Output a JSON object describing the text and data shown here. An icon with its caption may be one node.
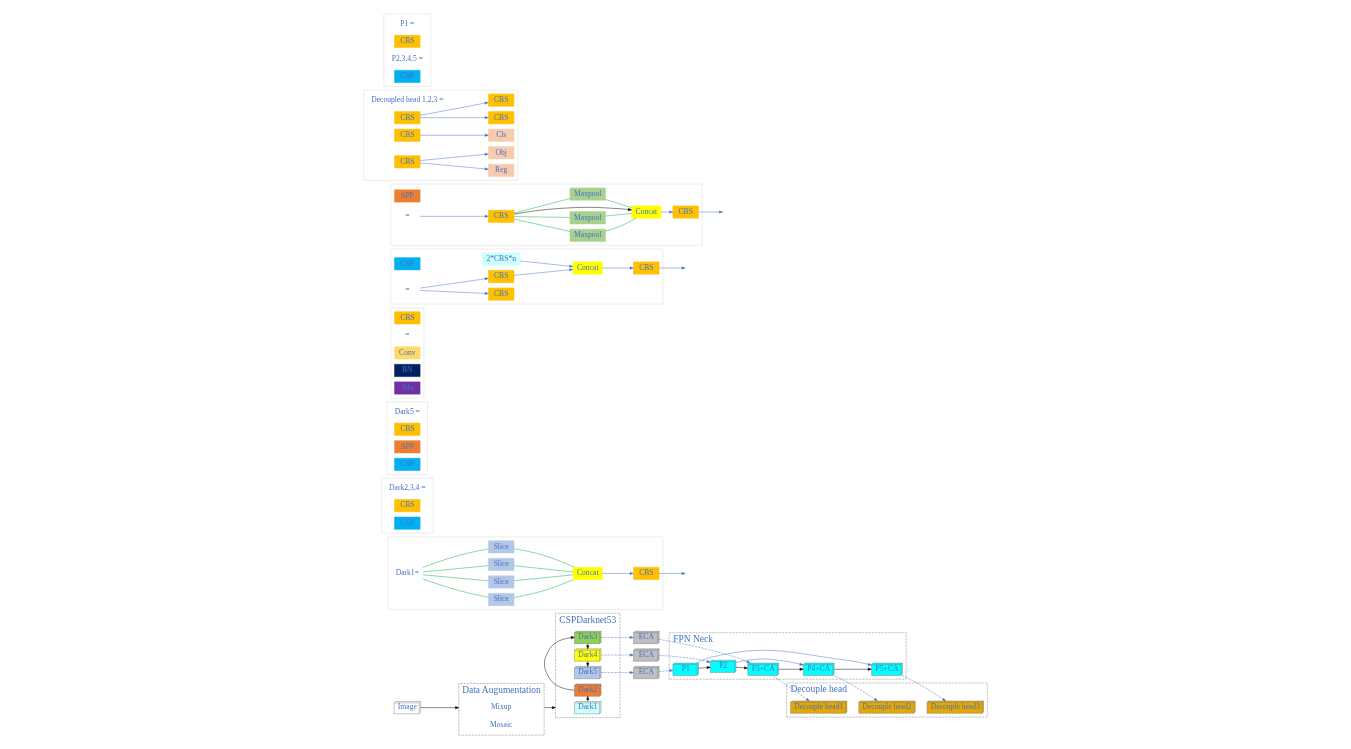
{
  "diagram": {
    "nodes": [
      {
        "text": [
          "Image"
        ]
      },
      {
        "text": [
          "Data Augumentation"
        ]
      },
      {
        "text": [
          "Mixup"
        ],
        "in": 1
      },
      {
        "text": [
          "Mosaic"
        ],
        "in": 1
      },
      {
        "text": [
          "CSPDarknet53"
        ]
      },
      {
        "text": [
          "Dark1"
        ],
        "in": 4
      },
      {
        "text": [
          "Dark2"
        ],
        "in": 4
      },
      {
        "text": [
          "Dark3"
        ],
        "in": 4
      },
      {
        "text": [
          "Dark4"
        ],
        "in": 4
      },
      {
        "text": [
          "Dark5"
        ],
        "in": 4
      },
      {
        "text": [
          "ECA"
        ]
      },
      {
        "text": [
          "ECA"
        ]
      },
      {
        "text": [
          "ECA"
        ]
      },
      {
        "text": [
          "Decouple head"
        ]
      },
      {
        "text": [
          "Decouple head1"
        ],
        "in": 13
      },
      {
        "text": [
          "Decouple head2"
        ],
        "in": 13
      },
      {
        "text": [
          "Decouple head3"
        ],
        "in": 13
      },
      {
        "text": [
          "FPN Neck"
        ]
      },
      {
        "text": [
          "P3+CA"
        ],
        "in": 17
      },
      {
        "text": [
          "P2"
        ],
        "in": 17
      },
      {
        "text": [
          "P4+CA"
        ],
        "in": 17
      },
      {
        "text": [
          "P1"
        ],
        "in": 17
      },
      {
        "text": [
          "P5+CA"
        ],
        "in": 17
      },
      {
        "text": [],
        "shape": "box"
      },
      {
        "text": [
          "Dark1="
        ],
        "in": 23
      },
      {
        "text": [
          "Slice"
        ],
        "in": 23
      },
      {
        "text": [
          "Slice"
        ],
        "in": 23
      },
      {
        "text": [
          "Slice"
        ],
        "in": 23
      },
      {
        "text": [
          "Slice"
        ],
        "in": 23
      },
      {
        "text": [
          "Concat"
        ],
        "in": 23
      },
      {
        "text": [
          "CBS"
        ],
        "in": 23
      },
      {
        "text": [],
        "shape": "box"
      },
      {
        "text": [
          "Dark2,3,4 ="
        ],
        "in": 31
      },
      {
        "text": [
          "CBS"
        ],
        "in": 31
      },
      {
        "text": [
          "CSP"
        ],
        "in": 31
      },
      {
        "text": [],
        "shape": "box"
      },
      {
        "text": [
          "Dark5 ="
        ],
        "in": 35
      },
      {
        "text": [
          "CBS"
        ],
        "in": 35
      },
      {
        "text": [
          "SPP"
        ],
        "in": 35
      },
      {
        "text": [
          "CSP"
        ],
        "in": 35
      },
      {
        "text": [],
        "shape": "box"
      },
      {
        "text": [
          "CBS"
        ],
        "in": 40
      },
      {
        "text": [
          "="
        ],
        "in": 40
      },
      {
        "text": [
          "Conv"
        ],
        "in": 40
      },
      {
        "text": [
          "BN"
        ],
        "in": 40
      },
      {
        "text": [
          "Silu"
        ],
        "in": 40
      },
      {
        "text": [],
        "shape": "box"
      },
      {
        "text": [
          "CSP"
        ],
        "in": 46
      },
      {
        "text": [
          "="
        ],
        "in": 46
      },
      {
        "text": [
          "CBS"
        ],
        "in": 46
      },
      {
        "text": [
          "2*CBS*n"
        ],
        "in": 46
      },
      {
        "text": [
          "CBS"
        ],
        "in": 46
      },
      {
        "text": [
          "Concat"
        ],
        "in": 46
      },
      {
        "text": [
          "CBS"
        ],
        "in": 46
      },
      {
        "text": [],
        "shape": "box"
      },
      {
        "text": [
          "SPP"
        ],
        "in": 54
      },
      {
        "text": [
          "="
        ],
        "in": 54
      },
      {
        "text": [
          "CBS"
        ],
        "in": 54
      },
      {
        "text": [
          "Maxpool"
        ],
        "in": 54
      },
      {
        "text": [
          "Maxpool"
        ],
        "in": 54
      },
      {
        "text": [
          "Maxpool"
        ],
        "in": 54
      },
      {
        "text": [
          "Concat"
        ],
        "in": 54
      },
      {
        "text": [
          "CBS"
        ],
        "in": 54
      },
      {
        "text": [],
        "shape": "box"
      },
      {
        "text": [
          "Decoupled head 1,2,3 ="
        ],
        "in": 63
      },
      {
        "text": [
          "CBS"
        ],
        "in": 63
      },
      {
        "text": [
          "CBS"
        ],
        "in": 63
      },
      {
        "text": [
          "CBS"
        ],
        "in": 63
      },
      {
        "text": [
          "Cls"
        ],
        "in": 63
      },
      {
        "text": [
          "CBS"
        ],
        "in": 63
      },
      {
        "text": [
          "CBS"
        ],
        "in": 63
      },
      {
        "text": [
          "Reg"
        ],
        "in": 63
      },
      {
        "text": [
          "Obj"
        ],
        "in": 63
      },
      {
        "text": [],
        "shape": "box"
      },
      {
        "text": [
          "P1 ="
        ],
        "in": 73
      },
      {
        "text": [
          "CBS"
        ],
        "in": 73
      },
      {
        "text": [
          "P2,3,4,5 ="
        ],
        "in": 73
      },
      {
        "text": [
          "CSP"
        ],
        "in": 73
      }
    ],
    "edges": [
      {
        "from": 0,
        "to": 1,
        "arrow": "to",
        "color": "#000000"
      },
      {
        "from": 1,
        "to": 4,
        "arrow": "to",
        "color": "#000000"
      },
      {
        "from": 5,
        "to": 6,
        "arrow": "to",
        "color": "#000000"
      },
      {
        "from": 6,
        "to": 7,
        "arrow": "to",
        "color": "#000000"
      },
      {
        "from": 7,
        "to": 8,
        "arrow": "to",
        "color": "#000000"
      },
      {
        "from": 8,
        "to": 9,
        "arrow": "to",
        "color": "#000000"
      },
      {
        "from": 7,
        "to": 10,
        "arrow": "to",
        "style": "dashed"
      },
      {
        "from": 8,
        "to": 11,
        "arrow": "to",
        "style": "dashed"
      },
      {
        "from": 9,
        "to": 12,
        "arrow": "to",
        "style": "dashed"
      },
      {
        "from": 10,
        "to": 18,
        "arrow": "to",
        "style": "dashed"
      },
      {
        "from": 11,
        "to": 19,
        "arrow": "to",
        "style": "dashed"
      },
      {
        "from": 12,
        "to": 21,
        "arrow": "to",
        "style": "dashed"
      },
      {
        "from": 21,
        "to": 19,
        "arrow": "to",
        "color": "#000000"
      },
      {
        "from": 19,
        "to": 18,
        "arrow": "to",
        "color": "#000000"
      },
      {
        "from": 18,
        "to": 20,
        "arrow": "to",
        "color": "#000000"
      },
      {
        "from": 20,
        "to": 22,
        "arrow": "to",
        "color": "#000000"
      },
      {
        "from": 19,
        "to": 20,
        "arrow": "to"
      },
      {
        "from": 21,
        "to": 22,
        "arrow": "to"
      },
      {
        "from": 18,
        "to": 14,
        "arrow": "to",
        "style": "dashed"
      },
      {
        "from": 20,
        "to": 15,
        "arrow": "to",
        "style": "dashed"
      },
      {
        "from": 22,
        "to": 16,
        "arrow": "to",
        "style": "dashed"
      },
      {
        "from": 24,
        "to": 25,
        "arrow": "none",
        "color": "#00b050"
      },
      {
        "from": 24,
        "to": 26,
        "arrow": "none",
        "color": "#00b050"
      },
      {
        "from": 24,
        "to": 27,
        "arrow": "none",
        "color": "#00b050"
      },
      {
        "from": 24,
        "to": 28,
        "arrow": "none",
        "color": "#00b050"
      },
      {
        "from": 25,
        "to": 29,
        "arrow": "none",
        "color": "#00b050"
      },
      {
        "from": 26,
        "to": 29,
        "arrow": "none",
        "color": "#00b050"
      },
      {
        "from": 27,
        "to": 29,
        "arrow": "none",
        "color": "#00b050"
      },
      {
        "from": 28,
        "to": 29,
        "arrow": "none",
        "color": "#00b050"
      },
      {
        "from": 29,
        "to": 30,
        "arrow": "to"
      },
      {
        "from": 30,
        "to": null,
        "arrow": "to"
      },
      {
        "from": 48,
        "to": 49,
        "arrow": "to"
      },
      {
        "from": 48,
        "to": 51,
        "arrow": "to"
      },
      {
        "from": 50,
        "to": 52,
        "arrow": "to"
      },
      {
        "from": 51,
        "to": 52,
        "arrow": "to"
      },
      {
        "from": 52,
        "to": 53,
        "arrow": "to"
      },
      {
        "from": 53,
        "to": null,
        "arrow": "to"
      },
      {
        "from": 56,
        "to": 57,
        "arrow": "to"
      },
      {
        "from": 57,
        "to": 58,
        "arrow": "none",
        "color": "#00b050"
      },
      {
        "from": 57,
        "to": 59,
        "arrow": "none",
        "color": "#00b050"
      },
      {
        "from": 57,
        "to": 60,
        "arrow": "none",
        "color": "#00b050"
      },
      {
        "from": 58,
        "to": 61,
        "arrow": "none",
        "color": "#00b050"
      },
      {
        "from": 59,
        "to": 61,
        "arrow": "none",
        "color": "#00b050"
      },
      {
        "from": 60,
        "to": 61,
        "arrow": "none",
        "color": "#00b050"
      },
      {
        "from": 57,
        "to": 61,
        "arrow": "to",
        "color": "#000000"
      },
      {
        "from": 61,
        "to": 62,
        "arrow": "to"
      },
      {
        "from": 62,
        "to": null,
        "arrow": "to"
      },
      {
        "from": 65,
        "to": 66,
        "arrow": "to"
      },
      {
        "from": 65,
        "to": 69,
        "arrow": "to"
      },
      {
        "from": 67,
        "to": 68,
        "arrow": "to"
      },
      {
        "from": 70,
        "to": 71,
        "arrow": "to"
      },
      {
        "from": 70,
        "to": 72,
        "arrow": "to"
      }
    ]
  }
}
